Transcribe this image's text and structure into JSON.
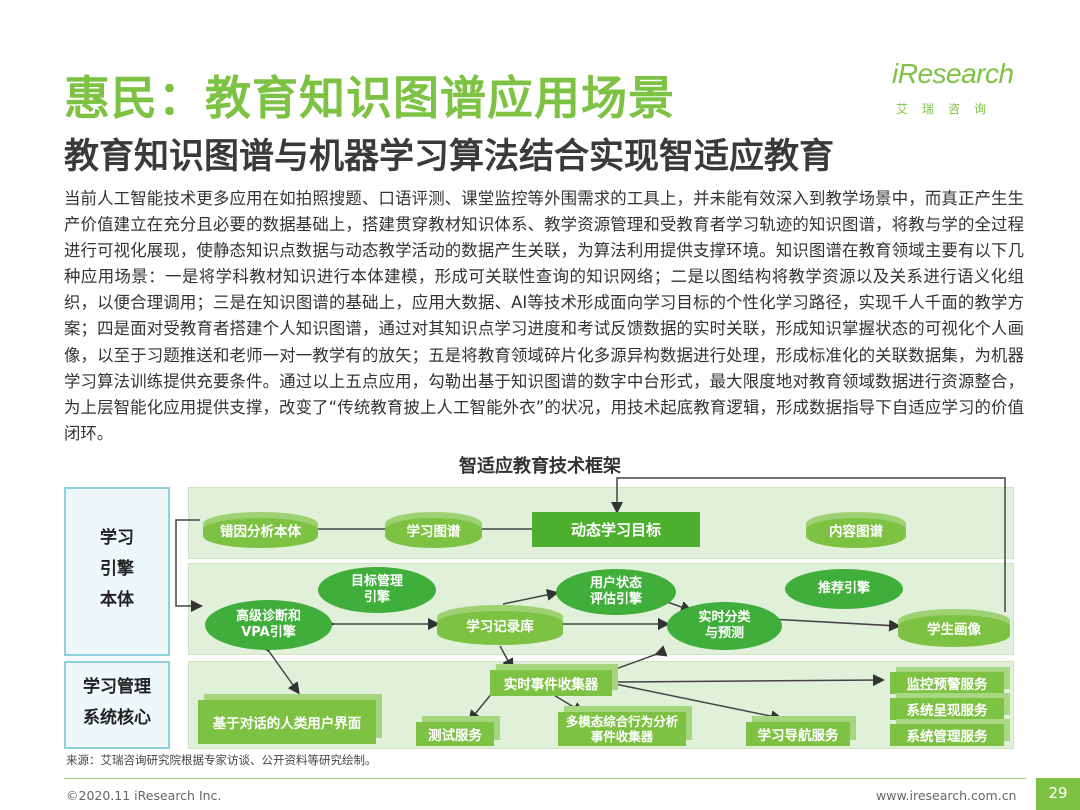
{
  "header": {
    "title": "惠民：教育知识图谱应用场景",
    "subtitle": "教育知识图谱与机器学习算法结合实现智适应教育"
  },
  "logo": {
    "text": "iResearch",
    "cn": "艾瑞咨询"
  },
  "body": {
    "text": "当前人工智能技术更多应用在如拍照搜题、口语评测、课堂监控等外围需求的工具上，并未能有效深入到教学场景中，而真正产生生产价值建立在充分且必要的数据基础上，搭建贯穿教材知识体系、教学资源管理和受教育者学习轨迹的知识图谱，将教与学的全过程进行可视化展现，使静态知识点数据与动态教学活动的数据产生关联，为算法利用提供支撑环境。知识图谱在教育领域主要有以下几种应用场景：一是将学科教材知识进行本体建模，形成可关联性查询的知识网络；二是以图结构将教学资源以及关系进行语义化组织，以便合理调用；三是在知识图谱的基础上，应用大数据、AI等技术形成面向学习目标的个性化学习路径，实现千人千面的教学方案；四是面对受教育者搭建个人知识图谱，通过对其知识点学习进度和考试反馈数据的实时关联，形成知识掌握状态的可视化个人画像，以至于习题推送和老师一对一教学有的放矢；五是将教育领域碎片化多源异构数据进行处理，形成标准化的关联数据集，为机器学习算法训练提供充要条件。通过以上五点应用，勾勒出基于知识图谱的数字中台形式，最大限度地对教育领域数据进行资源整合，为上层智能化应用提供支撑，改变了“传统教育披上人工智能外衣”的状况，用技术起底教育逻辑，形成数据指导下自适应学习的价值闭环。"
  },
  "diagram": {
    "title": "智适应教育技术框架",
    "panels": {
      "engine": "学习\n引擎\n本体",
      "core": "学习管理\n系统核心"
    },
    "top_row": {
      "error_analysis": "错因分析本体",
      "learning_graph": "学习图谱",
      "dynamic_goal": "动态学习目标",
      "content_graph": "内容图谱"
    },
    "middle_row": {
      "goal_mgmt": "目标管理\n引擎",
      "user_state": "用户状态\n评估引擎",
      "recommend": "推荐引擎",
      "diagnosis": "高级诊断和\nVPA引擎",
      "record_db": "学习记录库",
      "realtime_classify": "实时分类\n与预测",
      "student_profile": "学生画像"
    },
    "bottom_row": {
      "event_collector": "实时事件收集器",
      "dialogue_ui": "基于对话的人类用户界面",
      "test_service": "测试服务",
      "multimodal": "多模态综合行为分析\n事件收集器",
      "nav_service": "学习导航服务",
      "monitor_service": "监控预警服务",
      "display_service": "系统呈现服务",
      "manage_service": "系统管理服务"
    }
  },
  "footer": {
    "source": "来源：艾瑞咨询研究院根据专家访谈、公开资料等研究绘制。",
    "copyright": "©2020.11 iResearch Inc.",
    "website": "www.iresearch.com.cn",
    "page": "29"
  },
  "colors": {
    "accent": "#7dc242",
    "dark_green": "#3fae3a",
    "panel_border": "#8fd0dc"
  }
}
